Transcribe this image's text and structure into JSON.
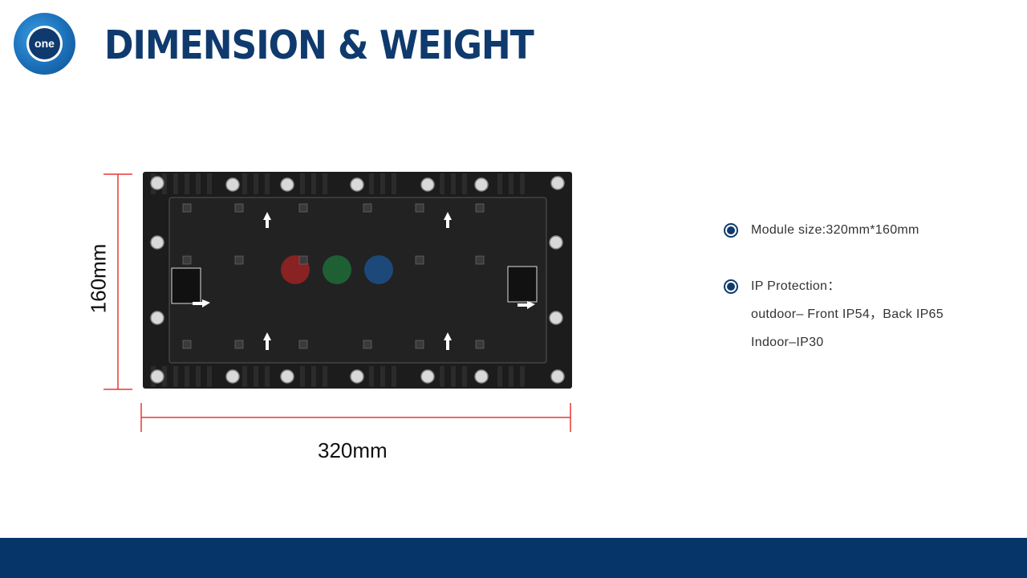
{
  "header": {
    "title": "DIMENSION & WEIGHT",
    "logo_text": "one"
  },
  "dimensions": {
    "width_label": "320mm",
    "height_label": "160mm"
  },
  "specs": {
    "module_size": "Module size:320mm*160mm",
    "ip_protection_label": "IP Protection：",
    "outdoor": "outdoor– Front IP54，Back IP65",
    "indoor": "Indoor–IP30"
  },
  "colors": {
    "brand": "#0f3a6e",
    "footer": "#06356a",
    "dimension_line": "#e53935"
  }
}
